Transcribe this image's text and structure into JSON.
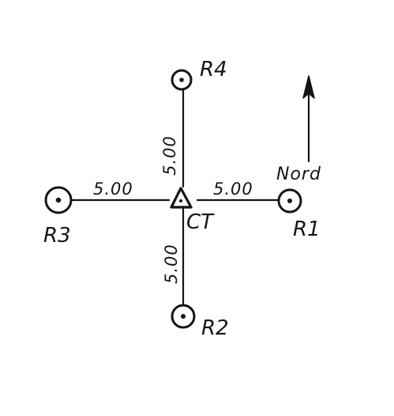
{
  "diagram": {
    "center_label": "CT",
    "north_label": "Nord",
    "points": [
      {
        "id": "r1",
        "label": "R1",
        "distance": "5.00"
      },
      {
        "id": "r2",
        "label": "R2",
        "distance": "5.00"
      },
      {
        "id": "r3",
        "label": "R3",
        "distance": "5.00"
      },
      {
        "id": "r4",
        "label": "R4",
        "distance": "5.00"
      }
    ]
  }
}
